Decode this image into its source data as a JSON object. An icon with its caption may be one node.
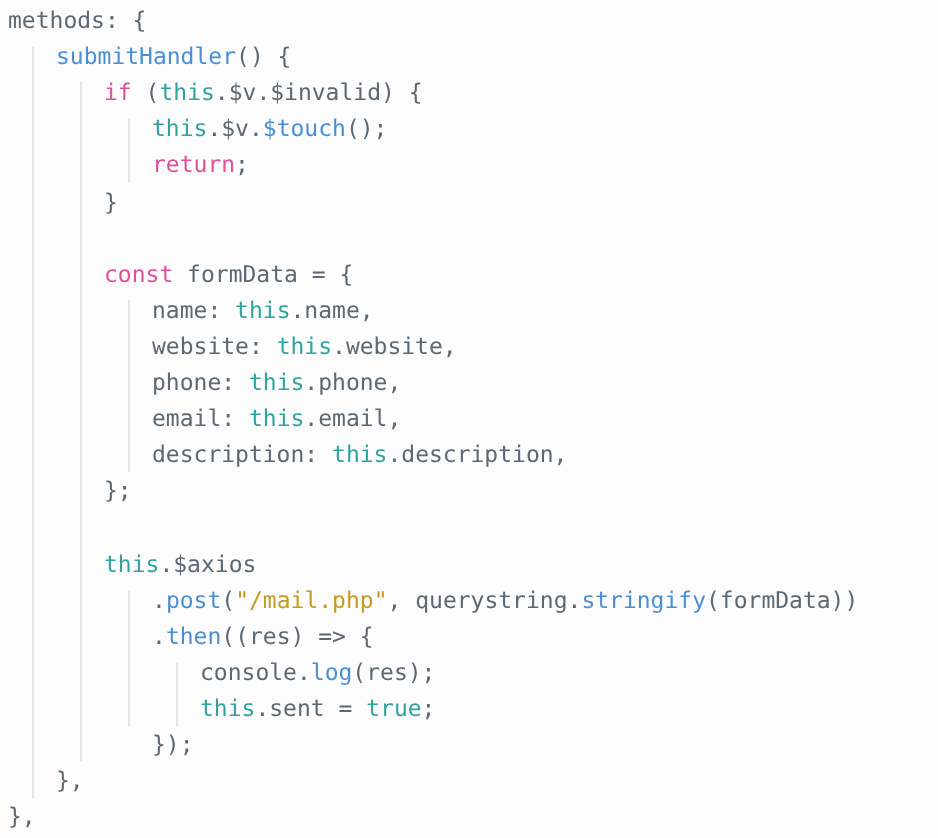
{
  "diagram": {
    "labels": [
      "methods: {",
      "submitHandler() {",
      "if (this.$v.$invalid) {",
      "this.$v.$touch();",
      "return;",
      "}",
      "const formData = {",
      "name: this.name,",
      "website: this.website,",
      "phone: this.phone,",
      "email: this.email,",
      "description: this.description,",
      "};",
      "this.$axios",
      ".post(\"/mail.php\", querystring.stringify(formData))",
      ".then((res) => {",
      "console.log(res);",
      "this.sent = true;",
      "});",
      "},",
      "},"
    ]
  }
}
